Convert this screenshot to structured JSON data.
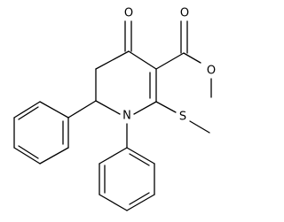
{
  "structure": {
    "atoms": {
      "ketone_oxygen": "O",
      "ester_carbonyl_oxygen": "O",
      "ester_oxygen": "O",
      "ring_nitrogen": "N",
      "sulfur": "S"
    }
  },
  "colors": {
    "bond": "#000000",
    "text": "#000000",
    "background": "#ffffff"
  }
}
